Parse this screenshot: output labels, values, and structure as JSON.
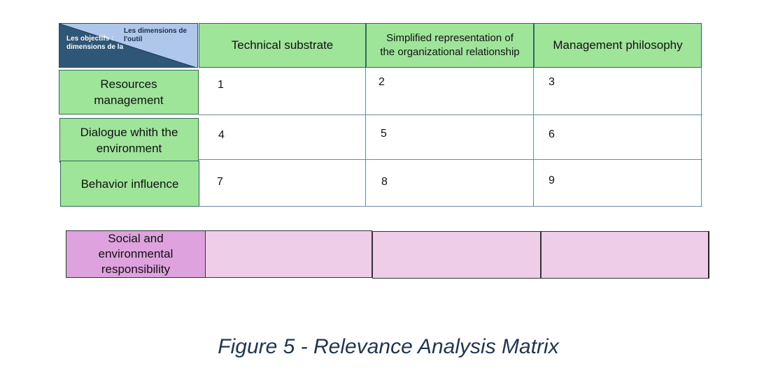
{
  "matrix": {
    "corner": {
      "top_right": "Les dimensions de l'outil",
      "bottom_left": "Les objectifs : dimensions de la"
    },
    "columns": [
      "Technical substrate",
      "Simplified representation of the organizational relationship",
      "Management philosophy"
    ],
    "rows": [
      "Resources management",
      "Dialogue whith the environment",
      "Behavior influence"
    ],
    "cells": [
      [
        "1",
        "2",
        "3"
      ],
      [
        "4",
        "5",
        "6"
      ],
      [
        "7",
        "8",
        "9"
      ]
    ],
    "colors": {
      "header_green": "#9ee59a",
      "corner_blue": "#aec7ea",
      "corner_navy": "#2d5677",
      "row_pink": "#dea3de",
      "cell_pink": "#eecde9"
    }
  },
  "extra_row": {
    "label": "Social and environmental responsibility"
  },
  "caption": "Figure 5 -  Relevance Analysis Matrix"
}
